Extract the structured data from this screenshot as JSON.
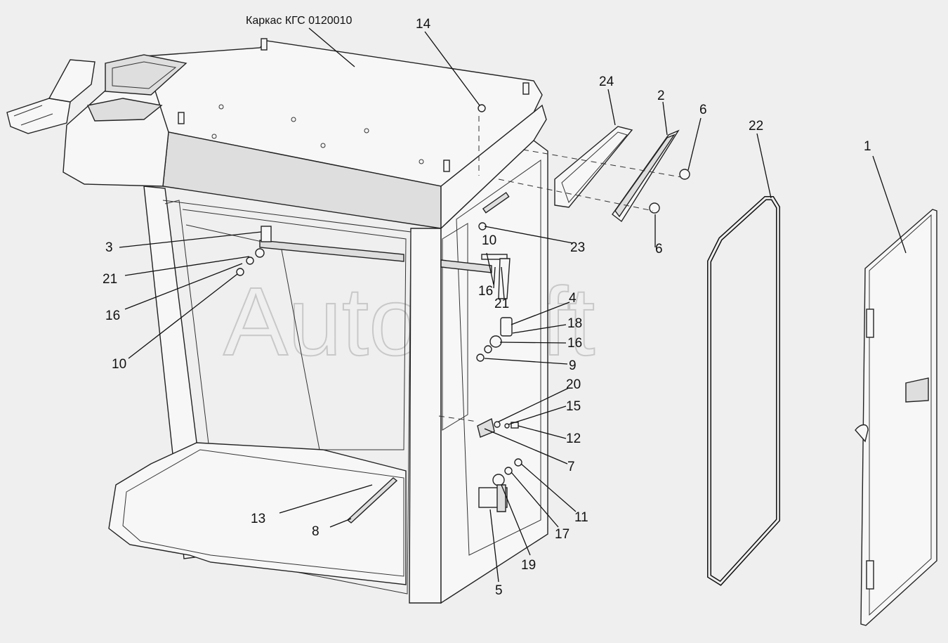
{
  "title_label": "Каркас КГС 0120010",
  "watermark": "AutoSoft",
  "callouts": [
    "14",
    "24",
    "2",
    "6",
    "22",
    "1",
    "3",
    "21",
    "16",
    "10",
    "10",
    "16",
    "21",
    "23",
    "4",
    "18",
    "16",
    "9",
    "6",
    "20",
    "15",
    "12",
    "7",
    "13",
    "8",
    "11",
    "17",
    "19",
    "5"
  ]
}
